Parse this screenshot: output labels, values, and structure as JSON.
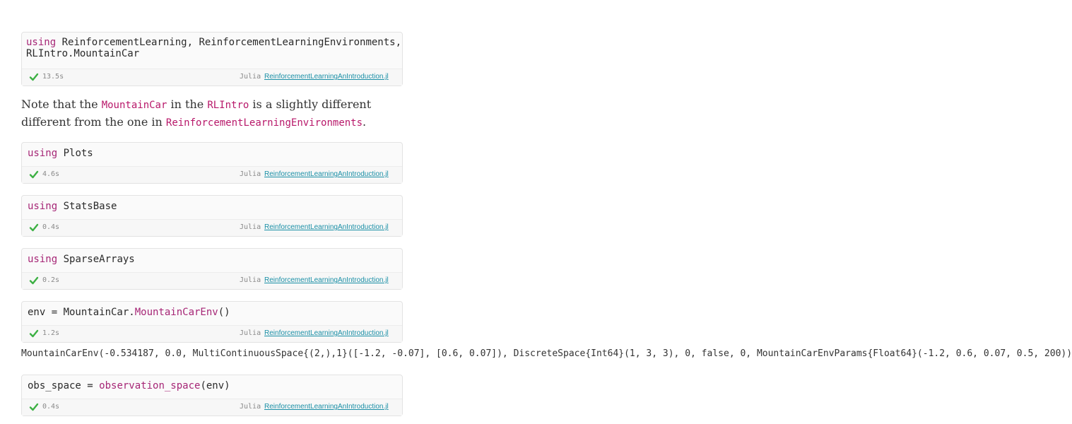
{
  "cells": [
    {
      "code_tokens": [
        {
          "text": "using",
          "kind": "kw"
        },
        {
          "text": " ReinforcementLearning, ReinforcementLearningEnvironments,\nRLIntro.MountainCar",
          "kind": "plain"
        }
      ],
      "runtime": "13.5s",
      "language": "Julia",
      "notebook": "ReinforcementLearningAnIntroduction.jl"
    },
    {
      "code_tokens": [
        {
          "text": "using",
          "kind": "kw"
        },
        {
          "text": " Plots",
          "kind": "plain"
        }
      ],
      "runtime": "4.6s",
      "language": "Julia",
      "notebook": "ReinforcementLearningAnIntroduction.jl"
    },
    {
      "code_tokens": [
        {
          "text": "using",
          "kind": "kw"
        },
        {
          "text": " StatsBase",
          "kind": "plain"
        }
      ],
      "runtime": "0.4s",
      "language": "Julia",
      "notebook": "ReinforcementLearningAnIntroduction.jl"
    },
    {
      "code_tokens": [
        {
          "text": "using",
          "kind": "kw"
        },
        {
          "text": " SparseArrays",
          "kind": "plain"
        }
      ],
      "runtime": "0.2s",
      "language": "Julia",
      "notebook": "ReinforcementLearningAnIntroduction.jl"
    },
    {
      "code_tokens": [
        {
          "text": "env = MountainCar.",
          "kind": "plain"
        },
        {
          "text": "MountainCarEnv",
          "kind": "fn"
        },
        {
          "text": "()",
          "kind": "plain"
        }
      ],
      "runtime": "1.2s",
      "language": "Julia",
      "notebook": "ReinforcementLearningAnIntroduction.jl"
    },
    {
      "code_tokens": [
        {
          "text": "obs_space = ",
          "kind": "plain"
        },
        {
          "text": "observation_space",
          "kind": "fn"
        },
        {
          "text": "(env)",
          "kind": "plain"
        }
      ],
      "runtime": "0.4s",
      "language": "Julia",
      "notebook": "ReinforcementLearningAnIntroduction.jl"
    }
  ],
  "prose": {
    "t1": "Note that the ",
    "c1": "MountainCar",
    "t2": " in the ",
    "c2": "RLIntro",
    "t3": " is a slightly different different from the one in ",
    "c3": "ReinforcementLearningEnvironments",
    "t4": "."
  },
  "output_text": "MountainCarEnv(-0.534187, 0.0, MultiContinuousSpace{(2,),1}([-1.2, -0.07], [0.6, 0.07]), DiscreteSpace{Int64}(1, 3, 3), 0, false, 0, MountainCarEnvParams{Float64}(-1.2, 0.6, 0.07, 0.5, 200))",
  "colors": {
    "keyword": "#a62676",
    "inline_code": "#b8186a",
    "success_check": "#3cb043",
    "link": "#1a8fa6"
  },
  "icons": {
    "status": "check-icon"
  }
}
